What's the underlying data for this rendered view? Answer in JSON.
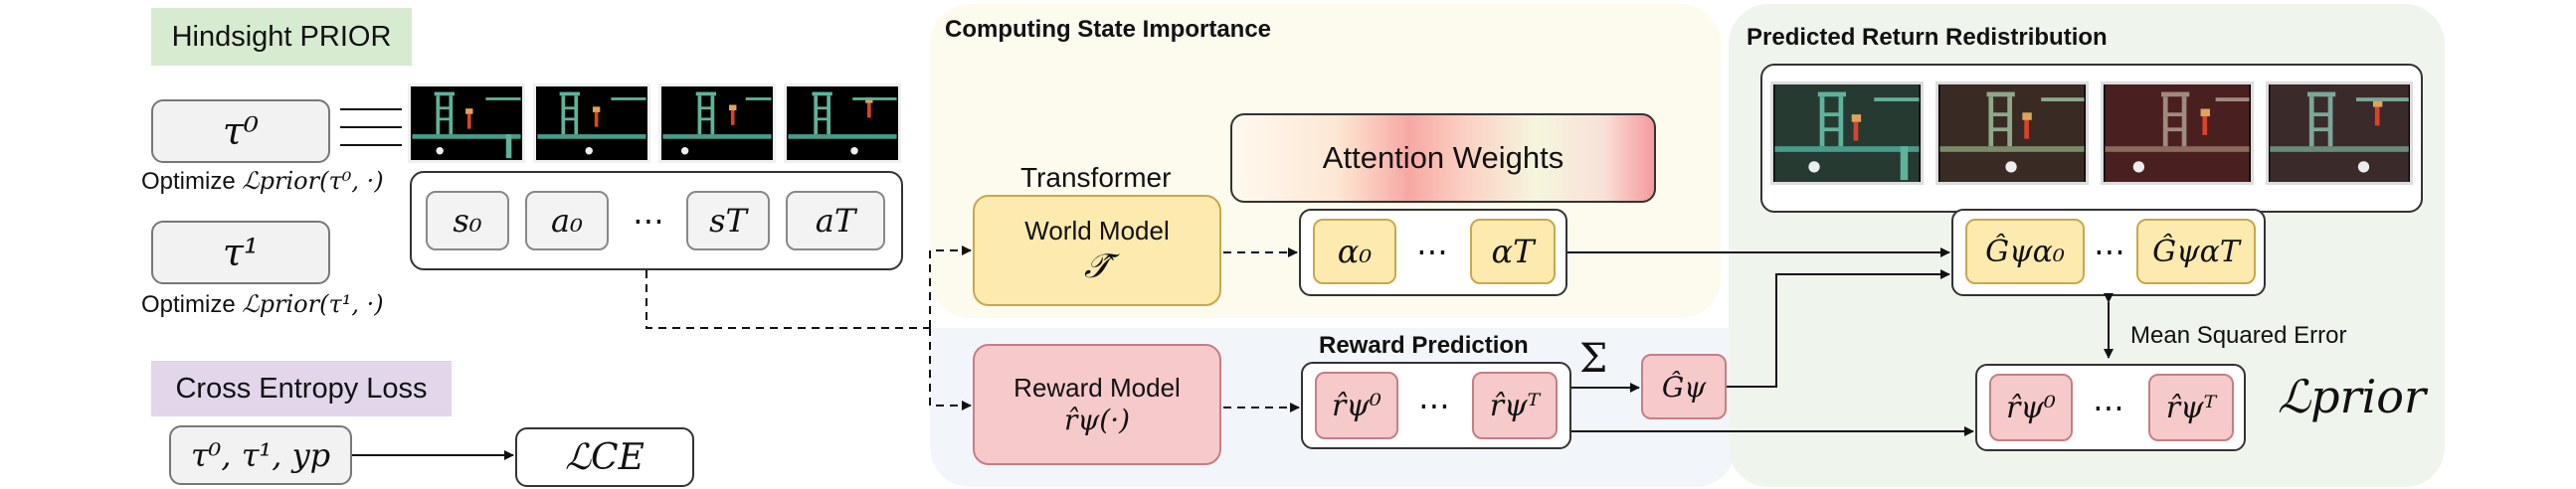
{
  "sections": {
    "hindsight_prior": "Hindsight PRIOR",
    "cross_entropy": "Cross Entropy Loss",
    "computing_state": "Computing State Importance",
    "predicted_return": "Predicted Return Redistribution",
    "reward_prediction": "Reward Prediction"
  },
  "left": {
    "tau0": "τ⁰",
    "tau1": "τ¹",
    "optimize_prefix": "Optimize ",
    "optimize_tau0": "ℒprior(τ⁰, ·)",
    "optimize_tau1": "ℒprior(τ¹, ·)",
    "ce_inputs": "τ⁰, τ¹, yp",
    "ce_loss": "ℒCE"
  },
  "sequence": {
    "tokens": [
      "s₀",
      "a₀",
      "sT",
      "aT"
    ],
    "dots": "⋯"
  },
  "middle": {
    "transformer_label": "Transformer",
    "world_model_label": "World Model",
    "world_model_symbol": "𝒯̂",
    "attention_label": "Attention Weights",
    "alpha_tokens": [
      "α₀",
      "αT"
    ],
    "reward_model_label": "Reward Model",
    "reward_model_symbol": "r̂ψ(·)",
    "reward_tokens": [
      "r̂ψ⁰",
      "r̂ψᵀ"
    ],
    "sum_symbol": "Σ",
    "g_hat": "Ĝψ",
    "dots": "⋯"
  },
  "right": {
    "weighted_tokens": [
      "Ĝψα₀",
      "ĜψαT"
    ],
    "mse_label": "Mean Squared Error",
    "target_tokens": [
      "r̂ψ⁰",
      "r̂ψᵀ"
    ],
    "loss_prior": "ℒprior",
    "dots": "⋯"
  },
  "colors": {
    "green_tag": "#d6ebd0",
    "purple_tag": "#e1d6ea",
    "yellow_panel": "#fdfaee",
    "blue_panel": "#f2f6fb",
    "green_panel": "#eff5ec",
    "yellow_token": "#fdeaae",
    "red_token": "#f6c9cb"
  }
}
